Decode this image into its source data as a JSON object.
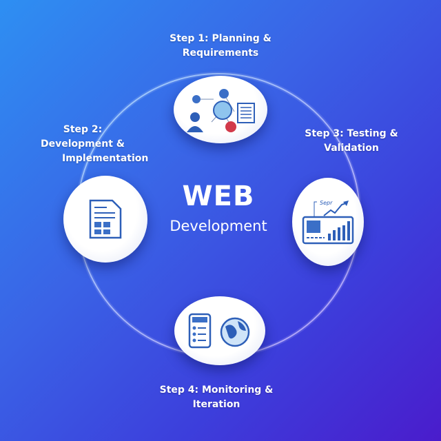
{
  "center": {
    "title": "WEB",
    "subtitle": "Development"
  },
  "steps": [
    {
      "label_line1": "Step 1: Planning &",
      "label_line2": "Requirements",
      "icon": "planning-network-icon"
    },
    {
      "label_line1": "Step 2:",
      "label_line2": "Development &",
      "label_line3": "Implementation",
      "icon": "document-layout-icon"
    },
    {
      "label_line1": "Step 3: Testing &",
      "label_line2": "Validation",
      "icon": "analytics-dashboard-icon"
    },
    {
      "label_line1": "Step 4: Monitoring &",
      "label_line2": "Iteration",
      "icon": "monitor-globe-icon"
    }
  ],
  "chart_label": "Sepr",
  "colors": {
    "bg_start": "#2e8ff2",
    "bg_end": "#4a1ccc",
    "icon_blue": "#2d5fb8",
    "accent_red": "#d23a4a"
  }
}
